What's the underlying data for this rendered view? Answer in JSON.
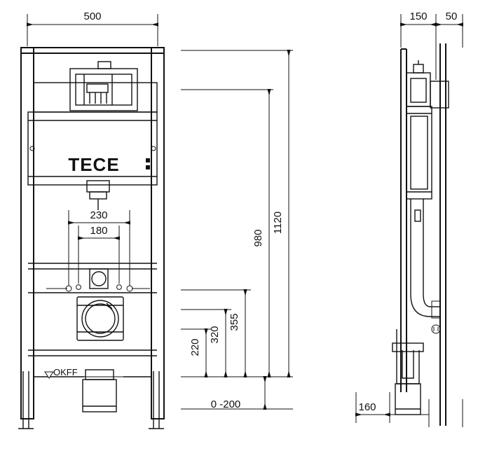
{
  "drawing": {
    "title": "TECE wall-mounted WC installation frame technical drawing",
    "brand_label": "TECE",
    "okff_label": "OKFF",
    "views": {
      "front": "front elevation",
      "side": "side elevation"
    }
  },
  "dimensions": {
    "front": {
      "width_top": "500",
      "height_overall": "1120",
      "height_flush_valve": "980",
      "bolt_spacing_outer": "230",
      "bolt_spacing_inner": "180",
      "outlet_center_a": "355",
      "outlet_center_b": "320",
      "outlet_center_c": "220",
      "floor_adjust": "0 -200"
    },
    "side": {
      "depth_frame": "150",
      "depth_offset": "50",
      "foot_depth": "160"
    }
  },
  "icons": {
    "okff_marker": "triangle-datum-icon",
    "arrow": "dimension-arrow-icon"
  }
}
